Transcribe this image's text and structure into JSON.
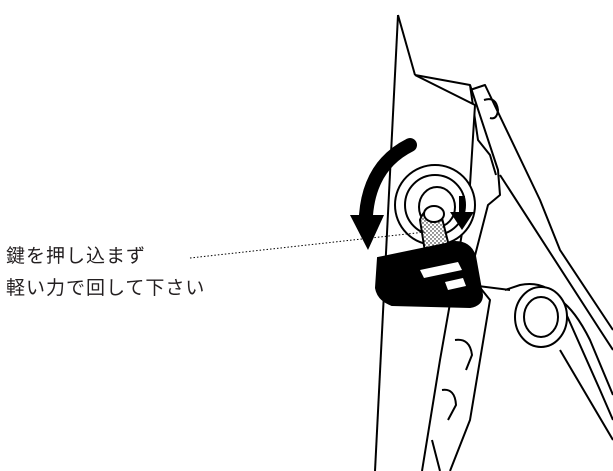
{
  "instruction": {
    "line1": "鍵を押し込まず",
    "line2": "軽い力で回して下さい"
  },
  "illustration": {
    "subject": "key-lock-on-bracket",
    "ink_color": "#000000",
    "key_cap_color": "#000000",
    "arrow_color": "#000000"
  }
}
